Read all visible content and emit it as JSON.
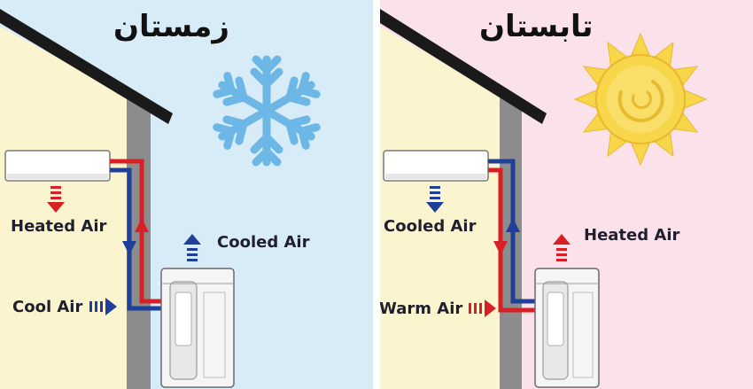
{
  "colors": {
    "winter_outdoor_bg": "#d8ecf8",
    "summer_outdoor_bg": "#fbe1ea",
    "indoor_wall": "#fbf5cf",
    "house_wall": "#8c8c8c",
    "roof": "#1a1a1a",
    "hot_pipe": "#d81f26",
    "cold_pipe": "#1e3f9a",
    "snowflake": "#6db7e6",
    "sun": "#f7d64a"
  },
  "winter": {
    "title": "زمستان",
    "icon": "snowflake-icon",
    "indoor_label": "Heated Air",
    "outdoor_label": "Cooled Air",
    "intake_label": "Cool Air"
  },
  "summer": {
    "title": "تابستان",
    "icon": "sun-icon",
    "indoor_label": "Cooled Air",
    "outdoor_label": "Heated Air",
    "intake_label": "Warm Air"
  }
}
